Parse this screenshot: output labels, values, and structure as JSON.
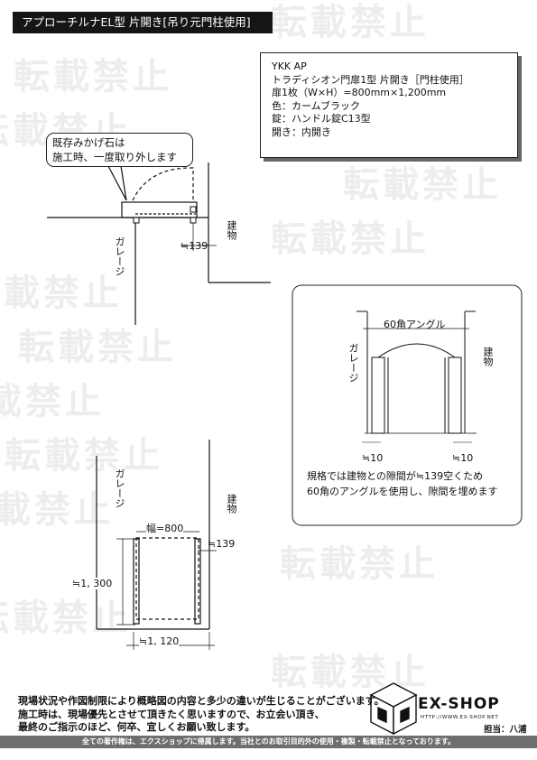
{
  "title": "アプローチルナEL型 片開き[吊り元門柱使用]",
  "spec": {
    "lines": [
      "YKK AP",
      "トラディシオン門扉1型 片開き［門柱使用］",
      "扉1枚（W×H）=800mm×1,200mm",
      "色：カームブラック",
      "錠：ハンドル錠C13型",
      "開き：内開き"
    ]
  },
  "callout": {
    "line1": "既存みかげ石は",
    "line2": "施工時、一度取り外します"
  },
  "top_plan": {
    "garage_label": "ガレージ",
    "building_label": "建物",
    "gap_label": "≒139"
  },
  "elevation": {
    "angle_label": "60角アングル",
    "garage_label": "ガレージ",
    "building_label": "建物",
    "gap_left": "≒10",
    "gap_right": "≒10",
    "note_line1": "規格では建物との隙間が≒139空くため",
    "note_line2": "60角のアングルを使用し、隙間を埋めます"
  },
  "bottom_plan": {
    "garage_label": "ガレージ",
    "building_label": "建物",
    "width_label": "幅=800",
    "gap_label": "≒139",
    "height_label": "≒1, 300",
    "total_width_label": "≒1, 120"
  },
  "footer": {
    "line1": "現場状況や作図制限により概略図の内容と多少の違いが生じることがございます。",
    "line2": "施工時は、現場優先とさせて頂きたく思いますので、お立会い頂き、",
    "line3": "最終のご指示のほど、何卒、宜しくお願い致します。",
    "copyright": "全ての著作権は、エクスショップに帰属します。当社とのお取引目的外の使用・複製・転載禁止となっております。",
    "brand": "EX-SHOP",
    "url": "HTTP://WWW.EX-SHOP.NET",
    "staff": "担当：八浦"
  },
  "watermark": "転載禁止"
}
